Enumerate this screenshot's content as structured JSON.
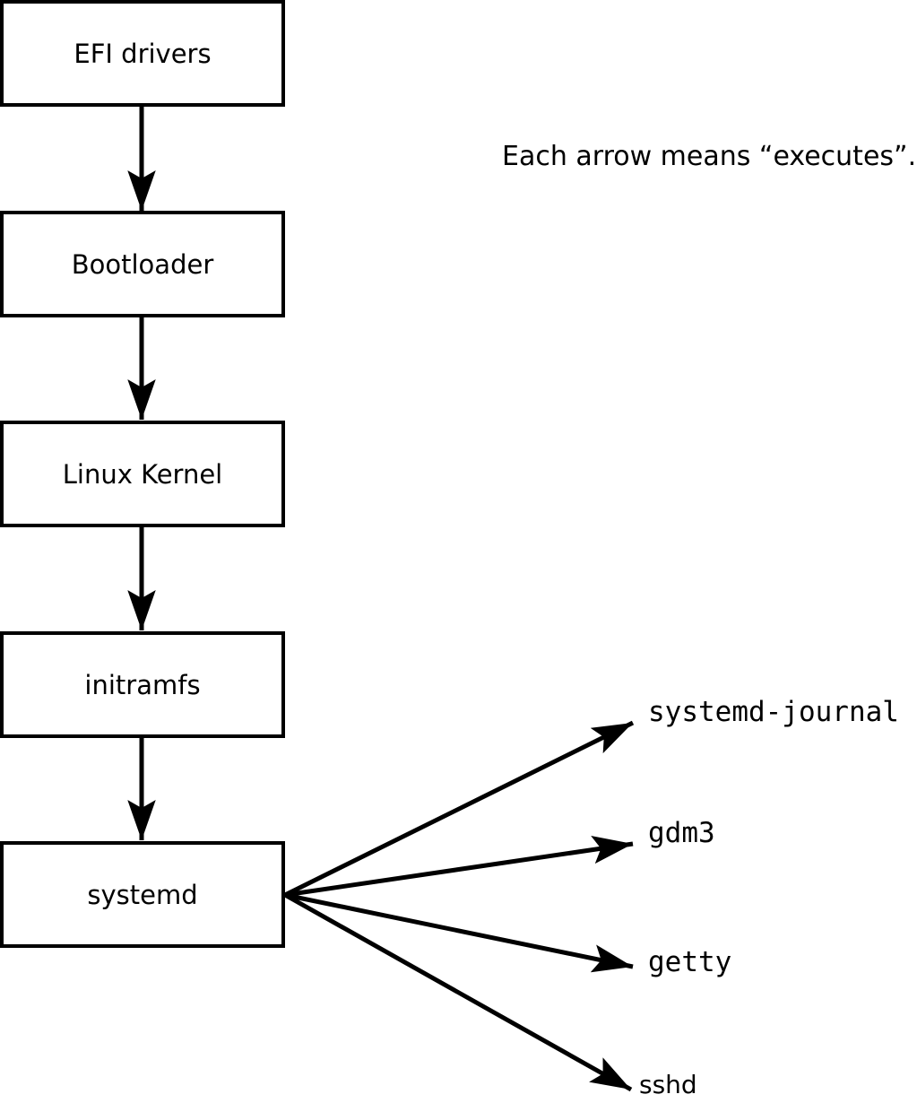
{
  "diagram": {
    "note": "Each arrow means “executes”.",
    "chain": [
      {
        "label": "EFI drivers"
      },
      {
        "label": "Bootloader"
      },
      {
        "label": "Linux Kernel"
      },
      {
        "label": "initramfs"
      },
      {
        "label": "systemd"
      }
    ],
    "spawned": [
      {
        "label": "systemd-journal"
      },
      {
        "label": "gdm3"
      },
      {
        "label": "getty"
      },
      {
        "label": "sshd"
      }
    ],
    "edges": [
      {
        "from": "EFI drivers",
        "to": "Bootloader"
      },
      {
        "from": "Bootloader",
        "to": "Linux Kernel"
      },
      {
        "from": "Linux Kernel",
        "to": "initramfs"
      },
      {
        "from": "initramfs",
        "to": "systemd"
      },
      {
        "from": "systemd",
        "to": "systemd-journal"
      },
      {
        "from": "systemd",
        "to": "gdm3"
      },
      {
        "from": "systemd",
        "to": "getty"
      },
      {
        "from": "systemd",
        "to": "sshd"
      }
    ],
    "colors": {
      "line": "#000000",
      "box_border": "#000000",
      "box_fill": "#ffffff",
      "text": "#000000",
      "background": "#ffffff"
    }
  }
}
